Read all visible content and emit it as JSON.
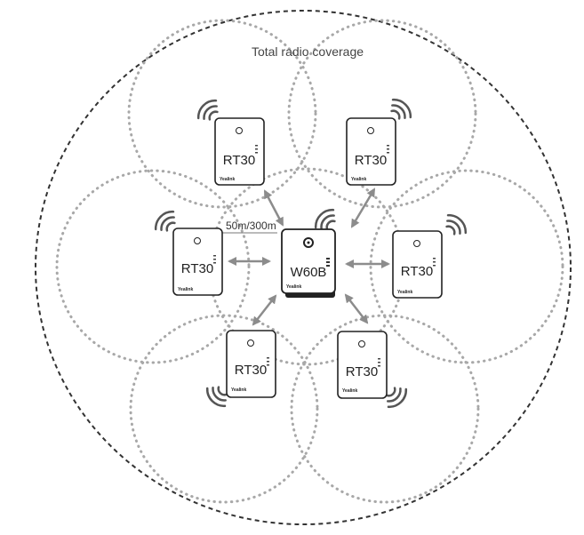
{
  "diagram": {
    "coverage_label": "Total radio coverage",
    "distance_label": "50m/300m",
    "base": {
      "model": "W60B",
      "brand": "Yealink"
    },
    "repeaters": [
      {
        "model": "RT30",
        "brand": "Yealink"
      },
      {
        "model": "RT30",
        "brand": "Yealink"
      },
      {
        "model": "RT30",
        "brand": "Yealink"
      },
      {
        "model": "RT30",
        "brand": "Yealink"
      },
      {
        "model": "RT30",
        "brand": "Yealink"
      },
      {
        "model": "RT30",
        "brand": "Yealink"
      }
    ]
  },
  "colors": {
    "outer_boundary": "#333333",
    "range_circles": "#a8a8a8",
    "arrows": "#8c8c8c",
    "device_outline": "#222222",
    "signal": "#555555"
  },
  "icons": {
    "signal": "wifi-signal-icon",
    "power_button": "power-button-icon",
    "status_led": "status-led-icon"
  }
}
